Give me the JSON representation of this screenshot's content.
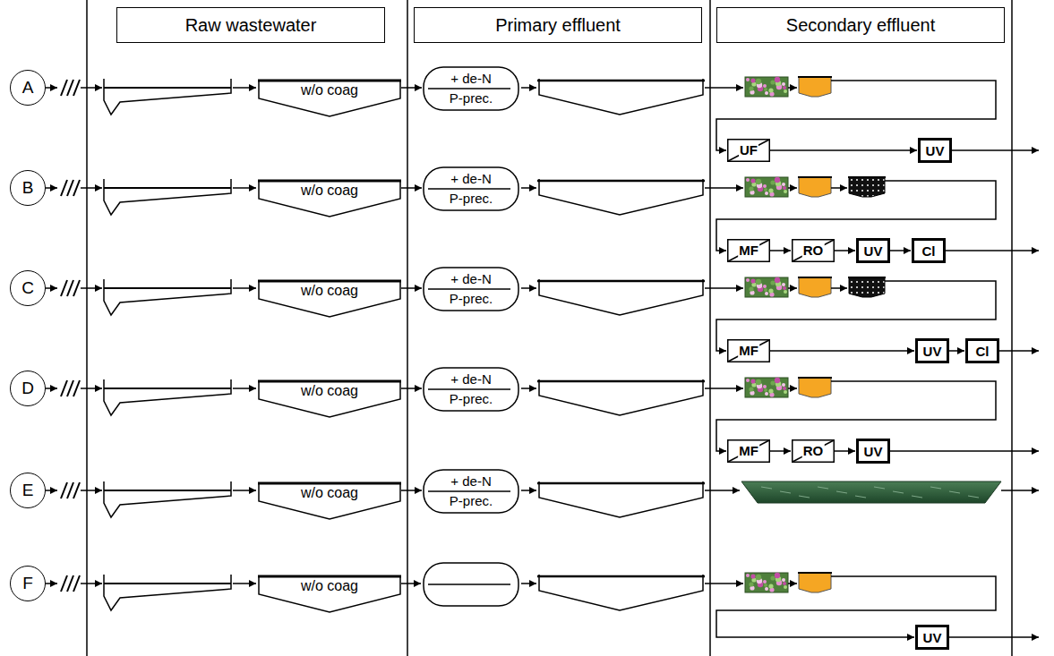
{
  "diagram": {
    "nodes": [
      {
        "text": [
          "Raw wastewater"
        ]
      },
      {
        "text": [
          "Primary effluent"
        ]
      },
      {
        "text": [
          "Secondary effluent"
        ]
      },
      {
        "text": [
          "A"
        ]
      },
      {
        "text": [
          "w/o coag"
        ]
      },
      {
        "text": [
          "+ de-N",
          "P-prec."
        ]
      },
      {
        "text": [
          "UF"
        ]
      },
      {
        "text": [
          "UV"
        ]
      },
      {
        "text": [
          "B"
        ]
      },
      {
        "text": [
          "w/o coag"
        ]
      },
      {
        "text": [
          "+ de-N",
          "P-prec."
        ]
      },
      {
        "text": [
          "MF"
        ]
      },
      {
        "text": [
          "RO"
        ]
      },
      {
        "text": [
          "UV"
        ]
      },
      {
        "text": [
          "Cl"
        ]
      },
      {
        "text": [
          "C"
        ]
      },
      {
        "text": [
          "w/o coag"
        ]
      },
      {
        "text": [
          "+ de-N",
          "P-prec."
        ]
      },
      {
        "text": [
          "MF"
        ]
      },
      {
        "text": [
          "UV"
        ]
      },
      {
        "text": [
          "Cl"
        ]
      },
      {
        "text": [
          "D"
        ]
      },
      {
        "text": [
          "w/o coag"
        ]
      },
      {
        "text": [
          "+ de-N",
          "P-prec."
        ]
      },
      {
        "text": [
          "MF"
        ]
      },
      {
        "text": [
          "RO"
        ]
      },
      {
        "text": [
          "UV"
        ]
      },
      {
        "text": [
          "E"
        ]
      },
      {
        "text": [
          "w/o coag"
        ]
      },
      {
        "text": [
          "+ de-N",
          "P-prec."
        ]
      },
      {
        "text": [
          "F"
        ]
      },
      {
        "text": [
          "w/o coag"
        ]
      },
      {
        "text": [
          "UV"
        ]
      }
    ],
    "edges": [
      {
        "from": 4,
        "to": 5,
        "arrow": "to"
      },
      {
        "from": 6,
        "to": 7,
        "arrow": "to"
      },
      {
        "from": 9,
        "to": 10,
        "arrow": "to"
      },
      {
        "from": 11,
        "to": 12,
        "arrow": "to"
      },
      {
        "from": 12,
        "to": 13,
        "arrow": "to"
      },
      {
        "from": 13,
        "to": 14,
        "arrow": "to"
      },
      {
        "from": 16,
        "to": 17,
        "arrow": "to"
      },
      {
        "from": 18,
        "to": 19,
        "arrow": "to"
      },
      {
        "from": 19,
        "to": 20,
        "arrow": "to"
      },
      {
        "from": 22,
        "to": 23,
        "arrow": "to"
      },
      {
        "from": 24,
        "to": 25,
        "arrow": "to"
      },
      {
        "from": 25,
        "to": 26,
        "arrow": "to"
      },
      {
        "from": 28,
        "to": 29,
        "arrow": "to"
      }
    ]
  }
}
